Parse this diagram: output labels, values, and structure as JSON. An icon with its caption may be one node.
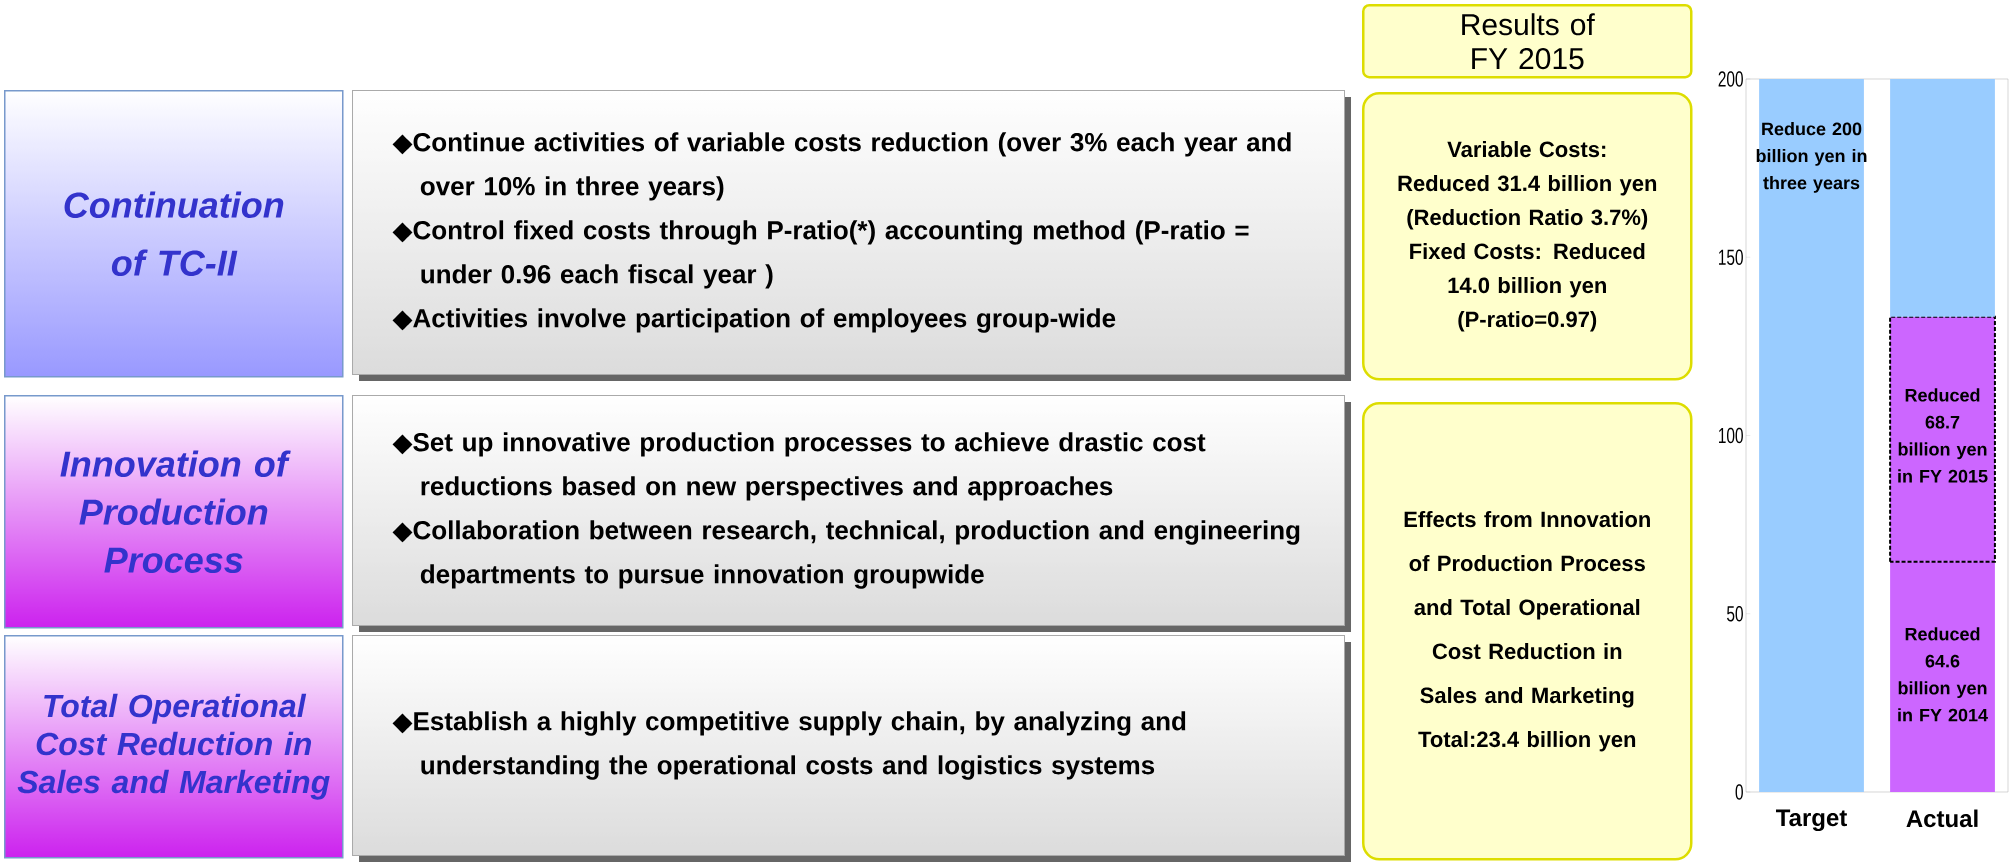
{
  "diagram": {
    "nodes": [
      {
        "text": [
          "Continuation of TC-II"
        ]
      },
      {
        "text": [
          "◆Continue activities of variable costs reduction (over 3% each year and over 10% in three years)",
          "◆Control fixed costs through P-ratio(*) accounting method (P-ratio = under 0.96 each fiscal year )",
          "◆Activities involve participation of employees group-wide"
        ]
      },
      {
        "text": [
          "Results of FY 2015"
        ]
      },
      {
        "text": [
          "Variable Costs: Reduced 31.4 billion yen (Reduction Ratio 3.7%)",
          "Fixed Costs: Reduced 14.0 billion yen (P-ratio=0.97)"
        ]
      },
      {
        "text": [
          "Innovation of Production Process"
        ]
      },
      {
        "text": [
          "◆Set up innovative production processes to achieve drastic cost reductions based on new perspectives and approaches",
          "◆Collaboration between research, technical, production and engineering departments to pursue innovation groupwide"
        ]
      },
      {
        "text": [
          "Effects from Innovation of Production Process and Total Operational Cost Reduction in Sales and Marketing Total:23.4 billion yen"
        ]
      },
      {
        "text": [
          "Total Operational Cost Reduction in Sales and Marketing"
        ]
      },
      {
        "text": [
          "◆Establish a highly competitive supply chain, by analyzing and understanding the operational costs and logistics systems"
        ]
      }
    ],
    "chart_data": {
      "type": "bar",
      "stacked": true,
      "categories": [
        "Target",
        "Actual"
      ],
      "ylim": [
        0,
        200
      ],
      "yticks": [
        0,
        50,
        100,
        150,
        200
      ],
      "series": [
        {
          "color": "#cc66ff",
          "values": [
            null,
            64.6
          ]
        },
        {
          "color": "#cc66ff",
          "values": [
            null,
            68.7
          ]
        },
        {
          "color": "#99ccff",
          "values": [
            200,
            66.7
          ]
        }
      ],
      "annotations": [
        "Reduce 200 billion yen in three years",
        "Reduced 68.7 billion yen in FY 2015",
        "Reduced 64.6 billion yen in FY 2014"
      ]
    }
  }
}
